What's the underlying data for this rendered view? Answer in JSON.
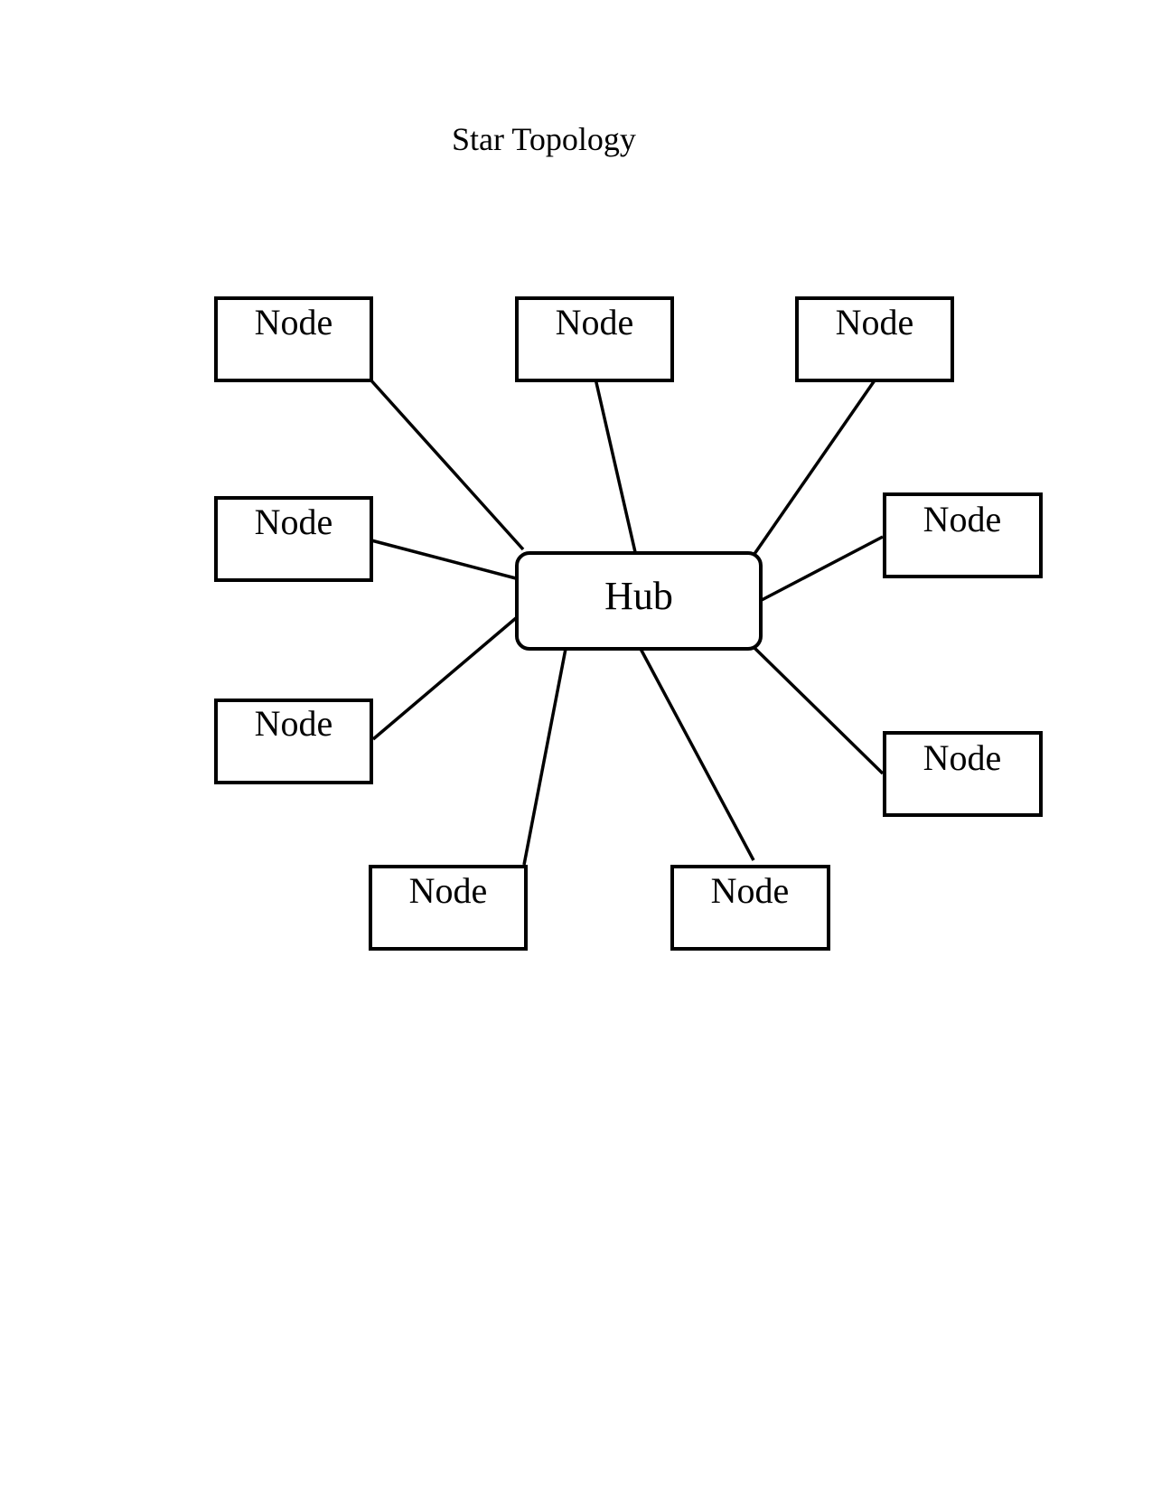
{
  "diagram": {
    "title": "Star Topology",
    "hub": {
      "label": "Hub"
    },
    "nodes": [
      {
        "label": "Node"
      },
      {
        "label": "Node"
      },
      {
        "label": "Node"
      },
      {
        "label": "Node"
      },
      {
        "label": "Node"
      },
      {
        "label": "Node"
      },
      {
        "label": "Node"
      },
      {
        "label": "Node"
      },
      {
        "label": "Node"
      }
    ]
  }
}
